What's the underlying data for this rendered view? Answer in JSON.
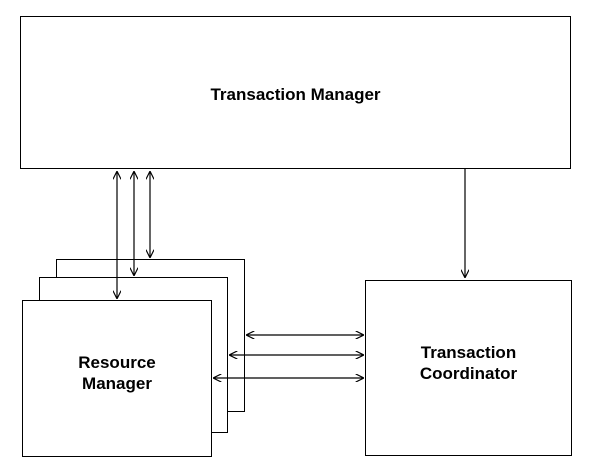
{
  "transaction_manager": {
    "label": "Transaction Manager"
  },
  "resource_manager": {
    "label_line1": "Resource",
    "label_line2": "Manager"
  },
  "transaction_coordinator": {
    "label_line1": "Transaction",
    "label_line2": "Coordinator"
  },
  "colors": {
    "stroke": "#000000",
    "background": "#ffffff"
  }
}
